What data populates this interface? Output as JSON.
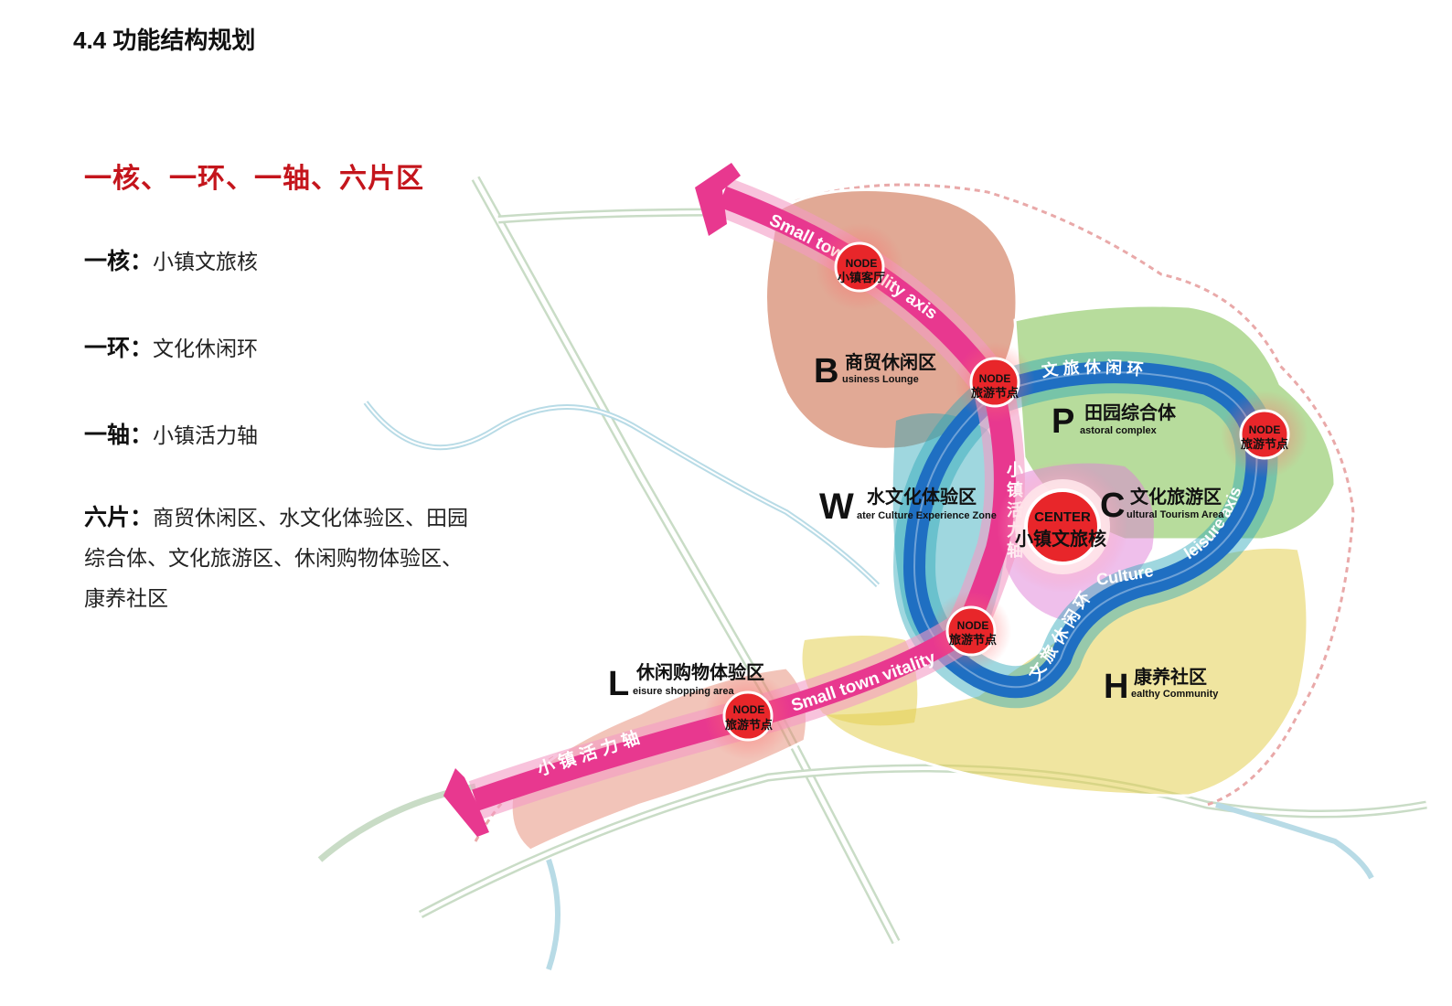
{
  "page_title": "4.4 功能结构规划",
  "headline": "一核、一环、一轴、六片区",
  "items": [
    {
      "term": "一核",
      "sep": "：",
      "desc": "小镇文旅核"
    },
    {
      "term": "一环",
      "sep": "：",
      "desc": "文化休闲环"
    },
    {
      "term": "一轴",
      "sep": "：",
      "desc": "小镇活力轴"
    },
    {
      "term": "六片",
      "sep": "：",
      "desc": "商贸休闲区、水文化体验区、田园综合体、文化旅游区、休闲购物体验区、康养社区"
    }
  ],
  "map": {
    "zones": {
      "B": {
        "letter": "B",
        "cn": "商贸休闲区",
        "en": "usiness Lounge",
        "color": "#c8623e"
      },
      "P": {
        "letter": "P",
        "cn": "田园综合体",
        "en": "astoral complex",
        "color": "#7cc04a"
      },
      "W": {
        "letter": "W",
        "cn": "水文化体验区",
        "en": "ater Culture Experience Zone",
        "color": "#2aa6b8"
      },
      "C": {
        "letter": "C",
        "cn": "文化旅游区",
        "en": "ultural Tourism Area",
        "color": "#e080d8"
      },
      "L": {
        "letter": "L",
        "cn": "休闲购物体验区",
        "en": "eisure shopping area",
        "color": "#e58a73"
      },
      "H": {
        "letter": "H",
        "cn": "康养社区",
        "en": "ealthy Community",
        "color": "#e4cf52"
      }
    },
    "center": {
      "title": "CENTER",
      "cn": "小镇文旅核"
    },
    "nodes": [
      {
        "title": "NODE",
        "cn": "小镇客厅"
      },
      {
        "title": "NODE",
        "cn": "旅游节点"
      },
      {
        "title": "NODE",
        "cn": "旅游节点"
      },
      {
        "title": "NODE",
        "cn": "旅游节点"
      },
      {
        "title": "NODE",
        "cn": "旅游节点"
      }
    ],
    "axis_labels": {
      "en_upper": "Small town vitality axis",
      "en_lower": "Small town vitality",
      "cn_lower": "小 镇 活 力 轴",
      "cn_vertical": "小镇活力轴"
    },
    "ring_labels": {
      "cn_top": "文 旅 休 闲 环",
      "cn_bottom": "文 旅 休 闲 环",
      "en_culture": "Culture",
      "en_leisure": "leisure axis"
    },
    "colors": {
      "axis": "#e8388f",
      "ring": "#1f6fc2",
      "node": "#e8262a",
      "title_red": "#c4151c"
    }
  }
}
